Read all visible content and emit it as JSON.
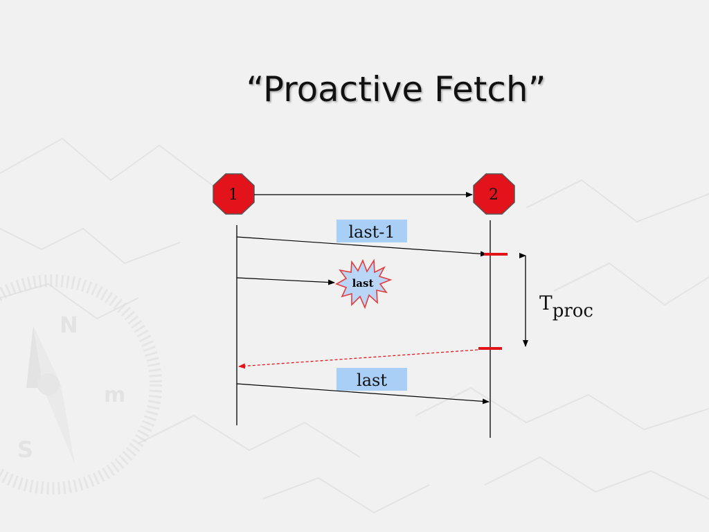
{
  "title": "“Proactive Fetch”",
  "nodes": {
    "left": "1",
    "right": "2"
  },
  "messages": {
    "first": "last-1",
    "second": "last",
    "burst": "last"
  },
  "tproc": {
    "main": "T",
    "sub": "proc"
  },
  "colors": {
    "node_fill": "#e3131b",
    "label_box": "#a9cff6",
    "burst_fill": "#b9d6f7",
    "burst_stroke": "#e33b3b",
    "marker": "#e3131b",
    "dashed_arrow": "#e3131b"
  }
}
